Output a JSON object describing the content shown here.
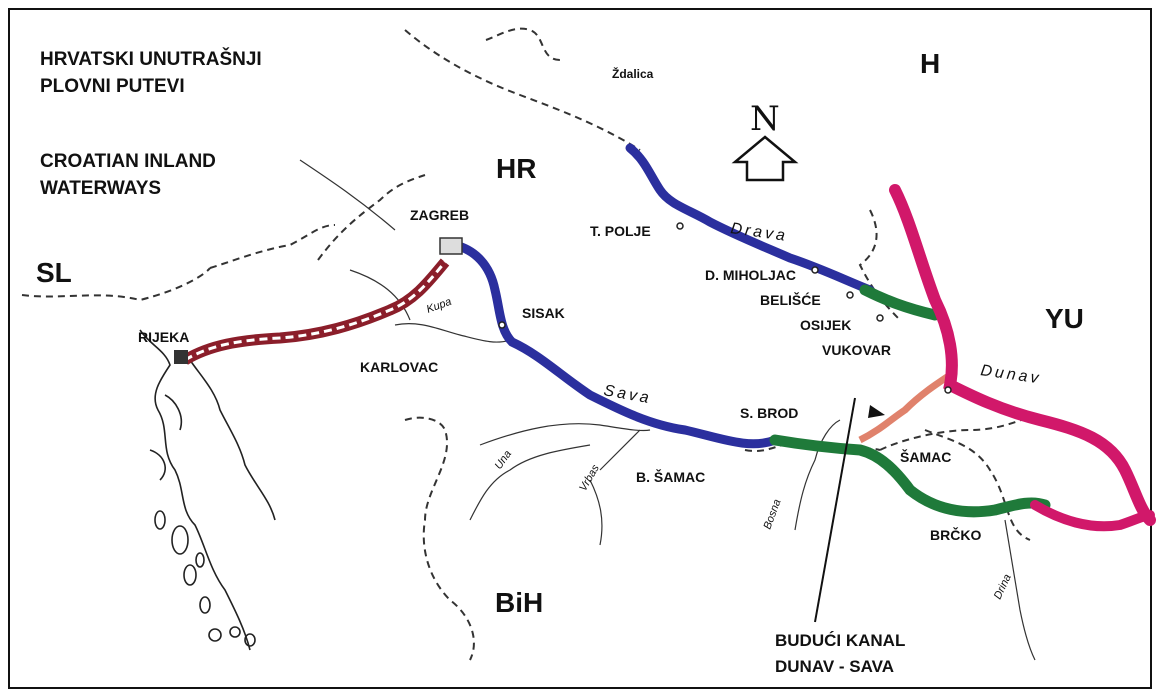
{
  "title": {
    "hr_line1": "HRVATSKI UNUTRAŠNJI",
    "hr_line2": "PLOVNI PUTEVI",
    "en_line1": "CROATIAN INLAND",
    "en_line2": "WATERWAYS"
  },
  "countries": {
    "slovenia": "SL",
    "croatia": "HR",
    "hungary": "H",
    "yugoslavia": "YU",
    "bosnia": "BiH"
  },
  "cities": {
    "zdalica": "Ždalica",
    "zagreb": "ZAGREB",
    "rijeka": "RIJEKA",
    "karlovac": "KARLOVAC",
    "sisak": "SISAK",
    "t_polje": "T. POLJE",
    "d_miholjac": "D. MIHOLJAC",
    "belisce": "BELIŠĆE",
    "osijek": "OSIJEK",
    "vukovar": "VUKOVAR",
    "s_brod": "S. BROD",
    "b_samac": "B. ŠAMAC",
    "samac": "ŠAMAC",
    "brcko": "BRČKO"
  },
  "rivers": {
    "drava": "Drava",
    "dunav": "Dunav",
    "sava": "Sava",
    "kupa": "Kupa",
    "una": "Una",
    "vrbas": "Vrbas",
    "bosna": "Bosna",
    "drina": "Drina"
  },
  "north_label": "N",
  "canal_note": {
    "line1": "BUDUĆI KANAL",
    "line2": "DUNAV - SAVA"
  },
  "colors": {
    "waterway_blue": "#2b2f9e",
    "waterway_green": "#1f7a3a",
    "waterway_magenta": "#d1186a",
    "waterway_red": "#8b1e2a",
    "canal_salmon": "#e0826c"
  }
}
